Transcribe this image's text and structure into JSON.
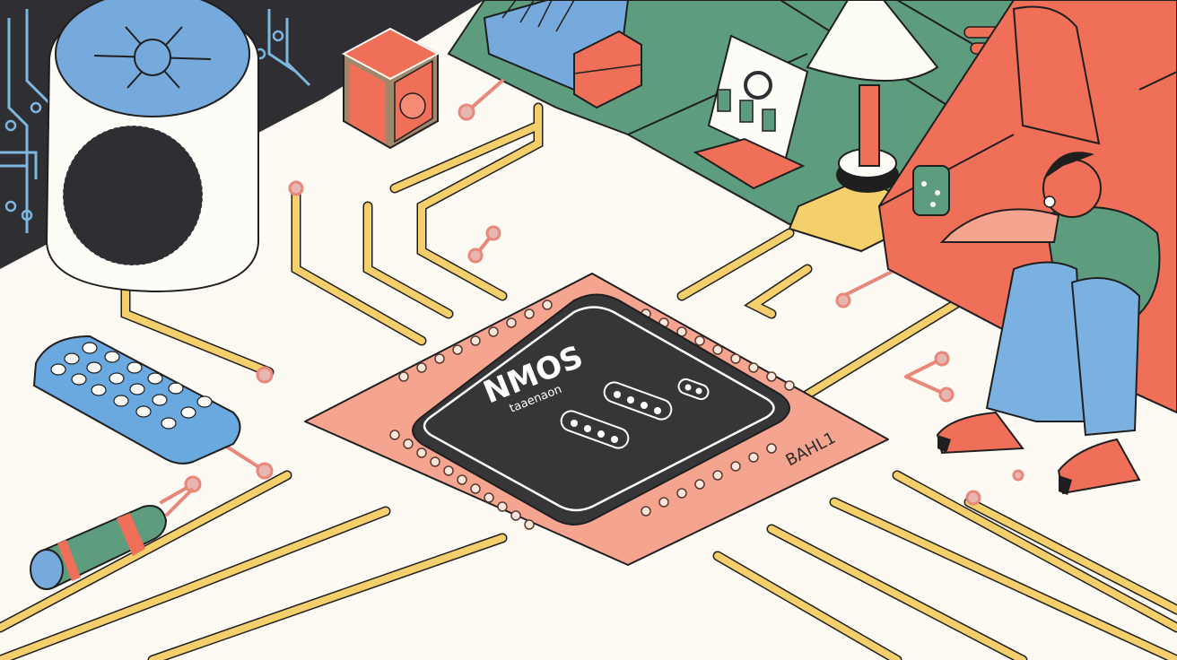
{
  "scene": {
    "description": "Isometric flat illustration of a circuit board floor with an NMOS chip, smart speaker, remote, resistor, lamp, and a person seated on a red sofa holding a phone",
    "colors": {
      "background": "#fcfaf3",
      "dark_board": "#2e2e33",
      "green_board": "#5e9c7e",
      "trace_yellow": "#f4cf6b",
      "trace_pink": "#e8877a",
      "chip_pad": "#f5a58f",
      "chip_body": "#363638",
      "sofa_red": "#ef6f59",
      "speaker_top_blue": "#76a9dc",
      "remote_blue": "#6aa8e0",
      "jeans_blue": "#7ab1e0",
      "shirt_green": "#5e9c7e",
      "lamp_shade": "#fdfcf5",
      "outline": "#1f1f1f"
    }
  },
  "chip": {
    "title": "NMOS",
    "subtitle": "taaenaon",
    "pad_label": "BAHL1"
  },
  "objects": [
    {
      "name": "smart-speaker",
      "position": "top-left"
    },
    {
      "name": "remote-control",
      "position": "left"
    },
    {
      "name": "resistor",
      "position": "bottom-left"
    },
    {
      "name": "red-speaker-box",
      "position": "top-center-left"
    },
    {
      "name": "blue-connector",
      "position": "top-center"
    },
    {
      "name": "picture-frame",
      "position": "top-center-right"
    },
    {
      "name": "table-lamp",
      "position": "top-right"
    },
    {
      "name": "person-on-sofa",
      "position": "right"
    }
  ]
}
